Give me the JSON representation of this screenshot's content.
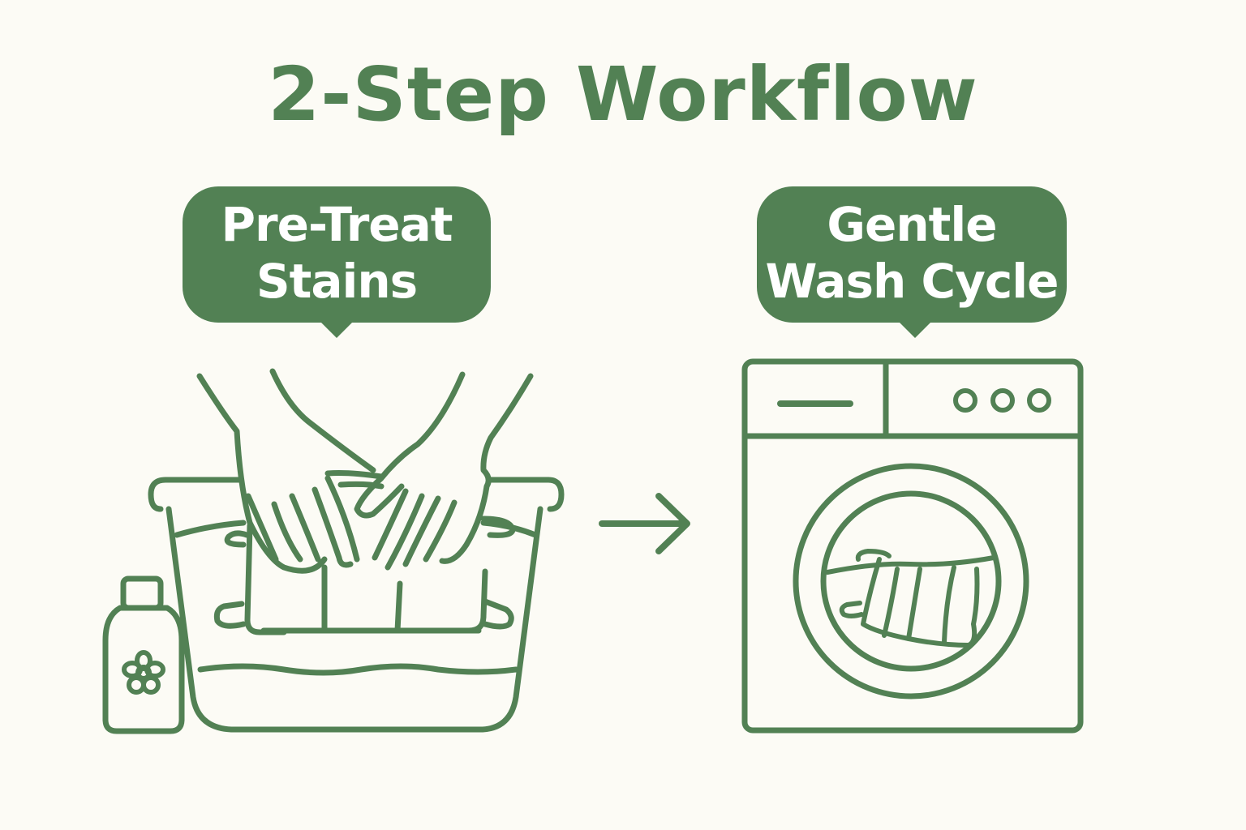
{
  "title": "2-Step Workflow",
  "steps": [
    {
      "line1": "Pre-Treat",
      "line2": "Stains",
      "icon": "basin-hands-icon"
    },
    {
      "line1": "Gentle",
      "line2": "Wash Cycle",
      "icon": "washing-machine-icon"
    }
  ],
  "connector": {
    "icon": "arrow-right-icon"
  },
  "colors": {
    "primary": "#528154",
    "background": "#fcfbf5",
    "bubble_text": "#ffffff"
  }
}
